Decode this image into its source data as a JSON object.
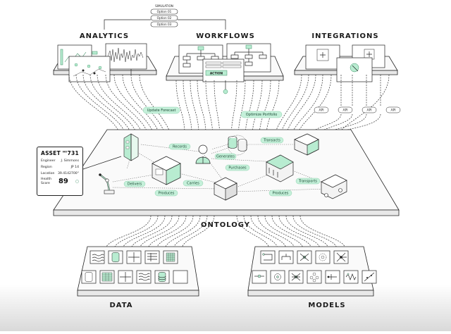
{
  "simulation": {
    "title": "SIMULATION",
    "options": [
      "Option 01",
      "Option 02",
      "Option 03"
    ]
  },
  "sections": {
    "analytics": "ANALYTICS",
    "workflows": "WORKFLOWS",
    "integrations": "INTEGRATIONS",
    "ontology": "ONTOLOGY",
    "data": "DATA",
    "models": "MODELS"
  },
  "workflow_action_label": "ACTION",
  "flow_labels": {
    "update_forecast": "Update Forecast",
    "optimize_portfolio": "Optimize Portfolio"
  },
  "api_labels": [
    "API",
    "API",
    "API",
    "API"
  ],
  "ontology_relations": [
    "Records",
    "Generates",
    "Transacts",
    "Purchases",
    "Delivers",
    "Carries",
    "Produces",
    "Produces",
    "Transports"
  ],
  "asset_card": {
    "title": "ASSET",
    "title_number": "731",
    "title_super": "NO",
    "rows": [
      {
        "label": "Engineer",
        "value": "J. Simmons"
      },
      {
        "label": "Region",
        "value": "JP 14"
      },
      {
        "label": "Location",
        "value": "39.4142700°"
      }
    ],
    "score_label_1": "Health",
    "score_label_2": "Score",
    "score_value": "89"
  },
  "colors": {
    "accent": "#b8ecd1",
    "accent_stroke": "#3d8f65",
    "line": "#222222"
  },
  "icons": {
    "data_tiles": [
      "waves-icon",
      "database-icon",
      "grid-icon",
      "table-icon",
      "dot-grid-icon",
      "cylinder-icon",
      "dense-table-icon",
      "quad-grid-icon",
      "wave-lines-icon",
      "layered-database-icon"
    ],
    "model_tiles": [
      "flow-icon",
      "tree-icon",
      "network-icon",
      "gear-network-icon",
      "node-graph-icon",
      "stepper-icon",
      "gear-icon",
      "hub-icon",
      "flower-icon",
      "branch-icon",
      "waveform-icon",
      "scatter-icon"
    ]
  }
}
